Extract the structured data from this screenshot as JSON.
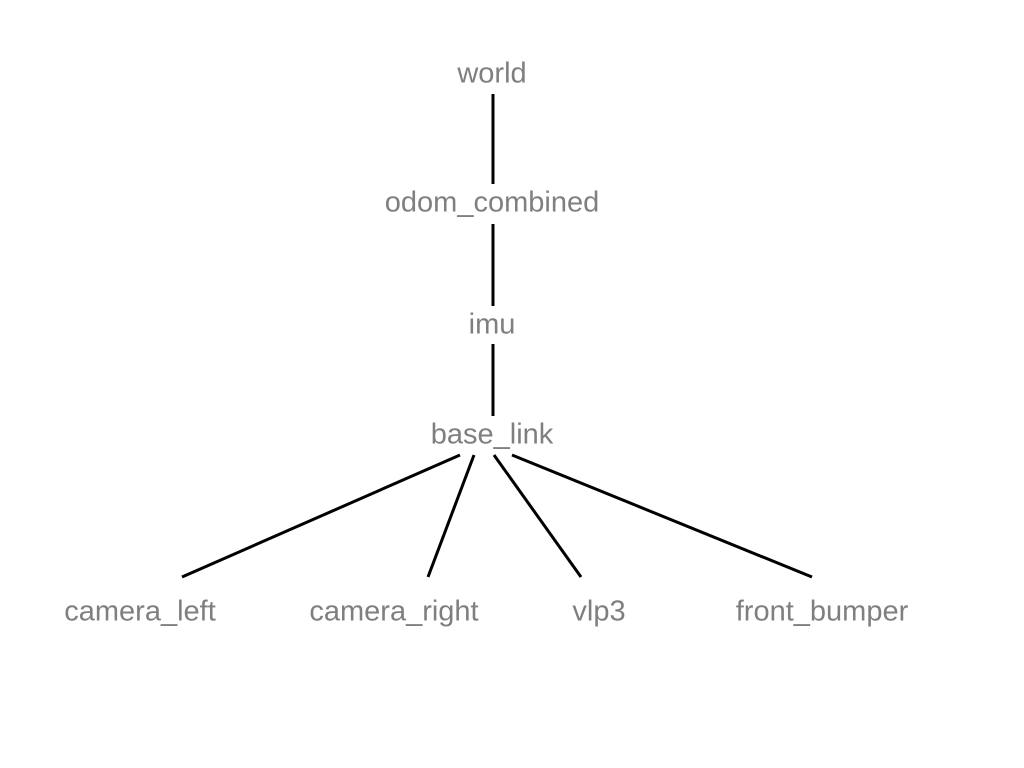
{
  "tree": {
    "nodes": [
      {
        "id": "world",
        "label": "world"
      },
      {
        "id": "odom_combined",
        "label": "odom_combined"
      },
      {
        "id": "imu",
        "label": "imu"
      },
      {
        "id": "base_link",
        "label": "base_link"
      },
      {
        "id": "camera_left",
        "label": "camera_left"
      },
      {
        "id": "camera_right",
        "label": "camera_right"
      },
      {
        "id": "vlp3",
        "label": "vlp3"
      },
      {
        "id": "front_bumper",
        "label": "front_bumper"
      }
    ],
    "edges": [
      {
        "from": "world",
        "to": "odom_combined"
      },
      {
        "from": "odom_combined",
        "to": "imu"
      },
      {
        "from": "imu",
        "to": "base_link"
      },
      {
        "from": "base_link",
        "to": "camera_left"
      },
      {
        "from": "base_link",
        "to": "camera_right"
      },
      {
        "from": "base_link",
        "to": "vlp3"
      },
      {
        "from": "base_link",
        "to": "front_bumper"
      }
    ],
    "colors": {
      "label": "#7f7f7f",
      "edge": "#000000",
      "background": "#ffffff"
    }
  }
}
